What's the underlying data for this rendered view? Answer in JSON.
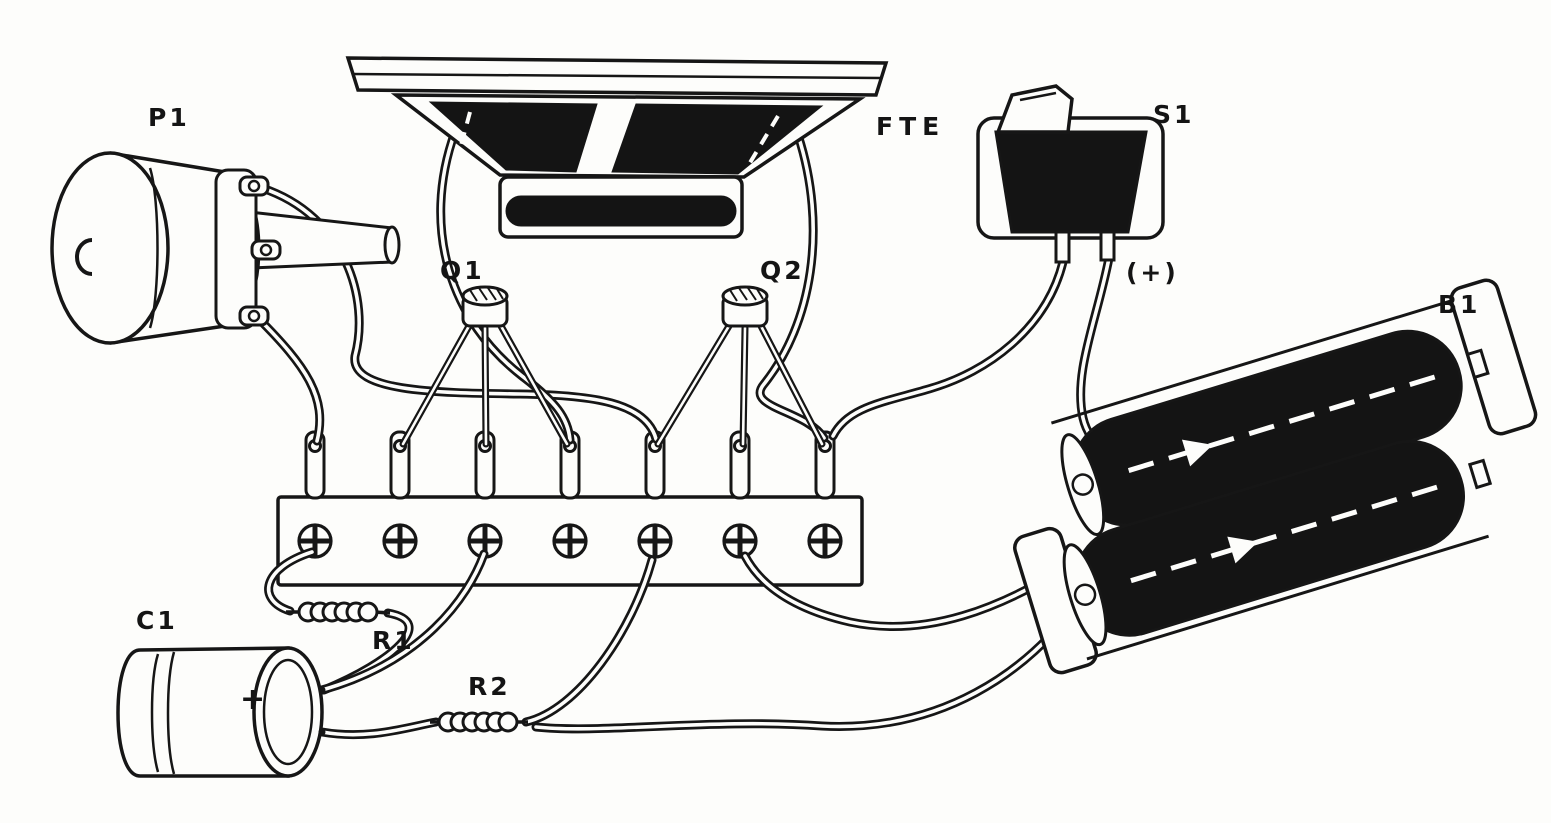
{
  "figure": {
    "background": "#fdfdfb",
    "ink": "#141414",
    "labels": {
      "potentiometer": "P1",
      "transistor1": "Q1",
      "transistor2": "Q2",
      "speaker": "FTE",
      "switch": "S1",
      "battery_polarity": "(+)",
      "battery": "B1",
      "capacitor": "C1",
      "capacitor_polarity": "+",
      "resistor1": "R1",
      "resistor2": "R2"
    }
  }
}
